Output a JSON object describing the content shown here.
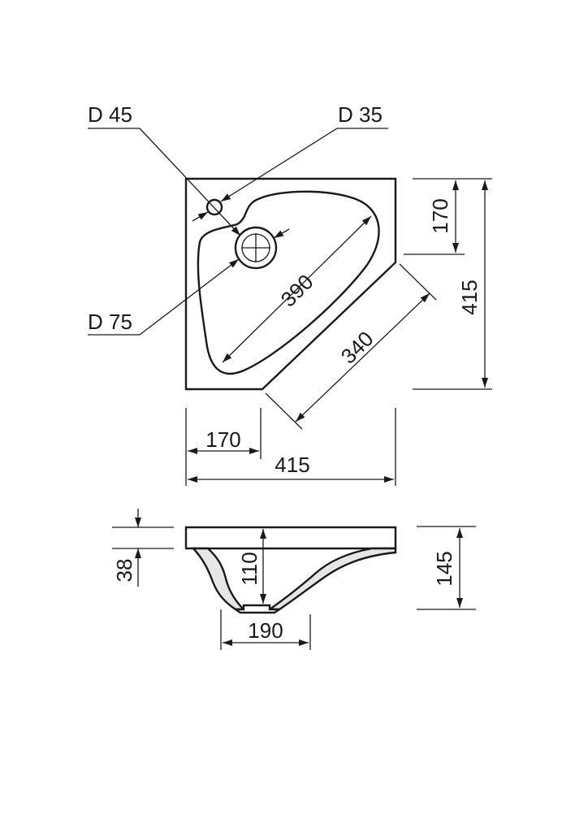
{
  "labels": {
    "overflow_diameter": "D 45",
    "tap_diameter": "D 35",
    "drain_diameter": "D 75"
  },
  "dimensions": {
    "bowl_length": "390",
    "front_edge": "340",
    "side_height": "170",
    "total_height": "415",
    "side_width": "170",
    "total_width": "415",
    "rim_thickness": "38",
    "bowl_depth": "110",
    "overall_depth": "145",
    "base_width": "190"
  }
}
